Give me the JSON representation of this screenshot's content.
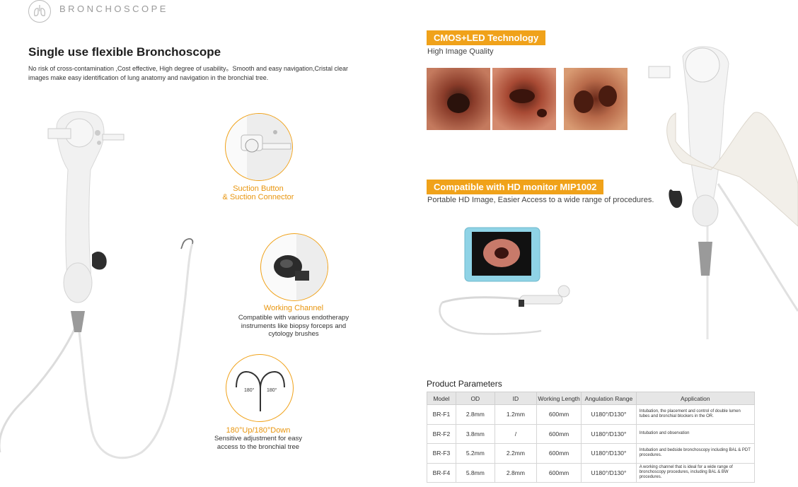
{
  "header": {
    "brand": "BRONCHOSCOPE",
    "logo_icon": "lungs-icon"
  },
  "intro": {
    "title": "Single use flexible Bronchoscope",
    "description": "No risk of cross-contamination ,Cost effective, High degree of usability。Smooth and easy navigation,Cristal clear images make easy identification of lung anatomy and navigation in the bronchial tree."
  },
  "features": [
    {
      "title_line1": "Suction Button",
      "title_line2": "& Suction Connector",
      "description": ""
    },
    {
      "title_line1": "Working Channel",
      "title_line2": "",
      "description": "Compatible with various endotherapy instruments like biopsy forceps and cytology brushes"
    },
    {
      "title_line1": "180°Up/180°Down",
      "title_line2": "",
      "description": "Sensitive adjustment for easy access to the bronchial tree",
      "angle_left": "180°",
      "angle_right": "180°"
    }
  ],
  "cmos": {
    "tag": "CMOS+LED Technology",
    "subtitle": "High Image Quality"
  },
  "monitor": {
    "tag": "Compatible with HD monitor MIP1002",
    "subtitle": "Portable HD Image, Easier Access to a wide range of procedures."
  },
  "params": {
    "title": "Product Parameters",
    "columns": [
      "Model",
      "OD",
      "ID",
      "Working Length",
      "Angulation Range",
      "Application"
    ],
    "rows": [
      [
        "BR-F1",
        "2.8mm",
        "1.2mm",
        "600mm",
        "U180°/D130°",
        "Intubation, the placement and control of double lumen tubes and bronchial blockers in the OR."
      ],
      [
        "BR-F2",
        "3.8mm",
        "/",
        "600mm",
        "U180°/D130°",
        "Intubation and observation"
      ],
      [
        "BR-F3",
        "5.2mm",
        "2.2mm",
        "600mm",
        "U180°/D130°",
        "Intubation and bedside bronchoscopy including BAL & PDT procedures."
      ],
      [
        "BR-F4",
        "5.8mm",
        "2.8mm",
        "600mm",
        "U180°/D130°",
        "A working channel that is ideal for a wide range of bronchoscopy procedures, including BAL & BW procedures."
      ]
    ]
  },
  "colors": {
    "accent": "#f0a21a",
    "accent_text": "#e8950e",
    "table_header": "#e6e6e6"
  }
}
